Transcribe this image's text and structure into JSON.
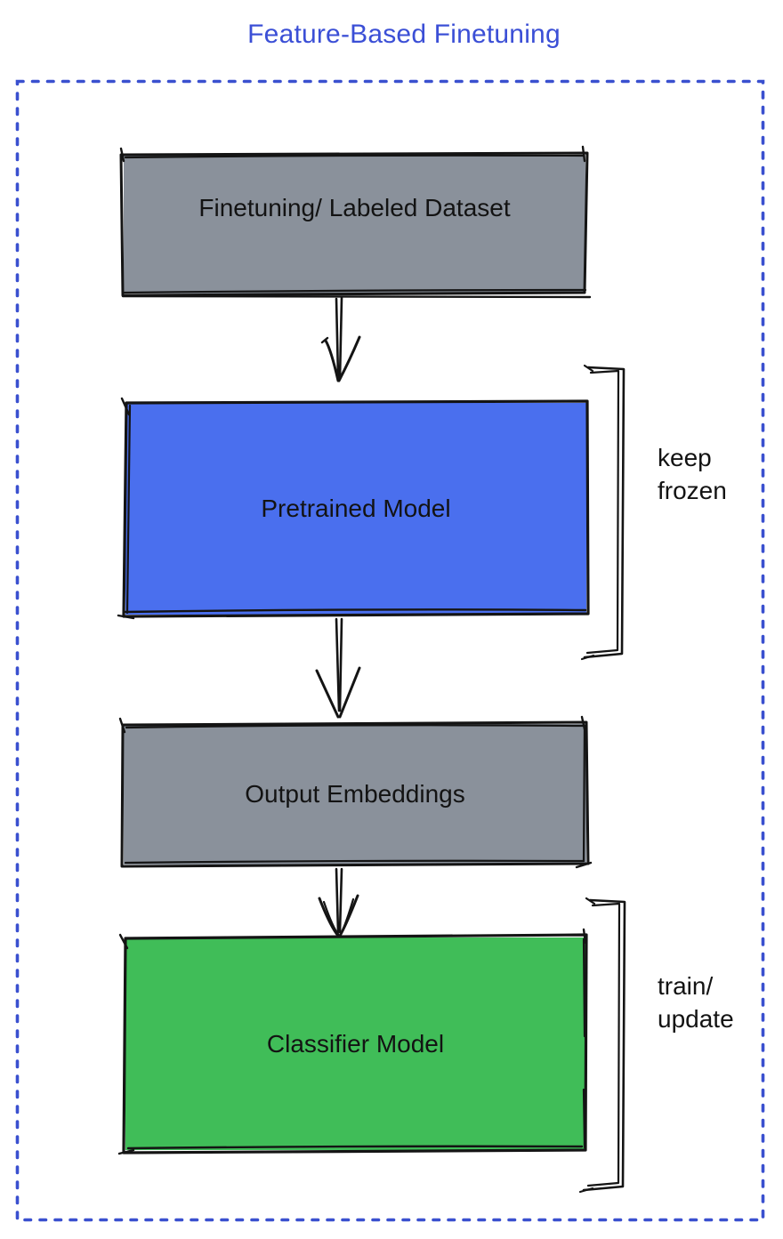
{
  "title": "Feature-Based Finetuning",
  "colors": {
    "title_blue": "#3b4fd6",
    "dashed_border_blue": "#3a50cf",
    "node_gray": "#8a919b",
    "node_blue": "#4a6fee",
    "node_green": "#40bd58",
    "stroke_black": "#141414"
  },
  "diagram": {
    "nodes": [
      {
        "id": "dataset",
        "label": "Finetuning/ Labeled Dataset",
        "fill": "#8a919b"
      },
      {
        "id": "pretrained",
        "label": "Pretrained Model",
        "fill": "#4a6fee"
      },
      {
        "id": "embeddings",
        "label": "Output Embeddings",
        "fill": "#8a919b"
      },
      {
        "id": "classifier",
        "label": "Classifier Model",
        "fill": "#40bd58"
      }
    ],
    "annotations": [
      {
        "target": "pretrained",
        "lines": [
          "keep",
          "frozen"
        ]
      },
      {
        "target": "classifier",
        "lines": [
          "train/",
          "update"
        ]
      }
    ],
    "connections": [
      {
        "from": "dataset",
        "to": "pretrained",
        "type": "arrow-down"
      },
      {
        "from": "pretrained",
        "to": "embeddings",
        "type": "arrow-down"
      },
      {
        "from": "embeddings",
        "to": "classifier",
        "type": "arrow-down"
      }
    ]
  }
}
